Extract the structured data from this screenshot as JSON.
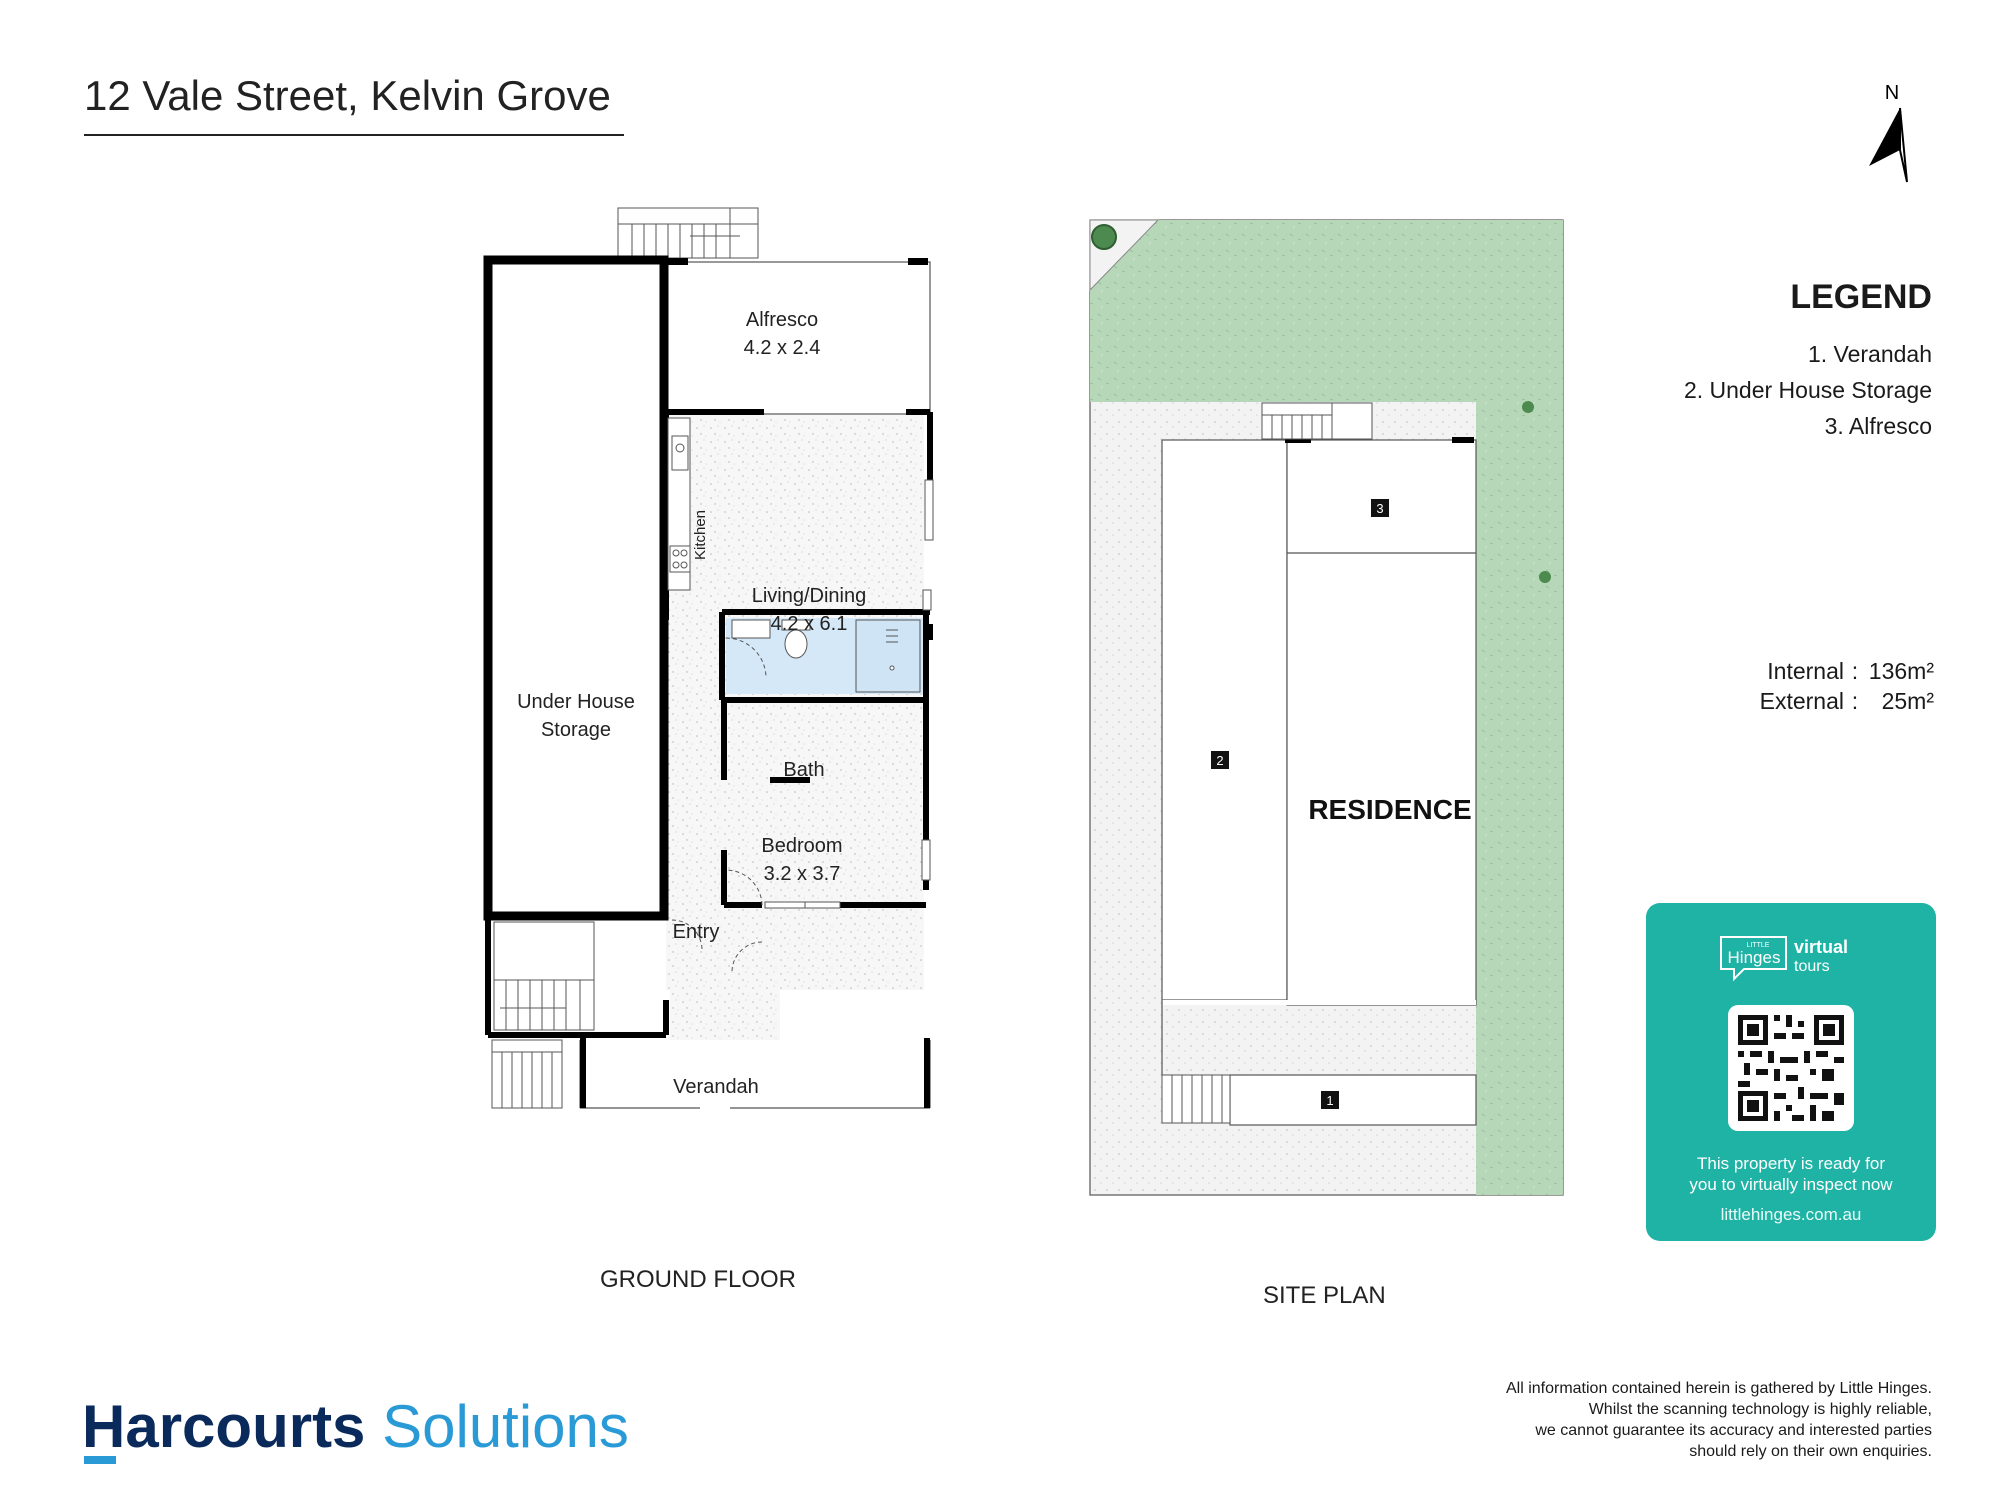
{
  "title": "12 Vale Street, Kelvin Grove",
  "compass": {
    "label": "N"
  },
  "ground_floor": {
    "caption": "GROUND FLOOR",
    "rooms": {
      "alfresco": {
        "name": "Alfresco",
        "size": "4.2 x 2.4"
      },
      "kitchen": {
        "name": "Kitchen"
      },
      "living": {
        "name": "Living/Dining",
        "size": "4.2 x 6.1"
      },
      "storage": {
        "line1": "Under House",
        "line2": "Storage"
      },
      "bath": {
        "name": "Bath"
      },
      "bedroom": {
        "name": "Bedroom",
        "size": "3.2 x 3.7"
      },
      "entry": {
        "name": "Entry"
      },
      "verandah": {
        "name": "Verandah"
      }
    }
  },
  "site_plan": {
    "caption": "SITE PLAN",
    "residence": "RESIDENCE",
    "markers": [
      "1",
      "2",
      "3"
    ]
  },
  "legend": {
    "heading": "LEGEND",
    "items": [
      "1. Verandah",
      "2. Under House Storage",
      "3. Alfresco"
    ]
  },
  "areas": {
    "internal": {
      "label": "Internal",
      "sep": ":",
      "value": "136m²"
    },
    "external": {
      "label": "External",
      "sep": ":",
      "value": "25m²"
    }
  },
  "promo": {
    "logo_small": "LITTLE",
    "logo_main": "Hinges",
    "logo_right1": "virtual",
    "logo_right2": "tours",
    "line1": "This property is ready for",
    "line2": "you to virtually inspect now",
    "url": "littlehinges.com.au"
  },
  "brand": {
    "part1": "Harcourts",
    "part2": "Solutions"
  },
  "disclaimer": [
    "All information contained herein is gathered by Little Hinges.",
    "Whilst the scanning technology is highly reliable,",
    "we cannot guarantee its accuracy and interested parties",
    "should rely on their own enquiries."
  ],
  "colors": {
    "wall": "#000000",
    "floor_speckle": "#f1f1f1",
    "bath": "#d4e8f7",
    "lawn": "#b7d7b9",
    "promo": "#1fb3a5",
    "brand_navy": "#0b2a5c",
    "brand_blue": "#2a9ad6"
  }
}
